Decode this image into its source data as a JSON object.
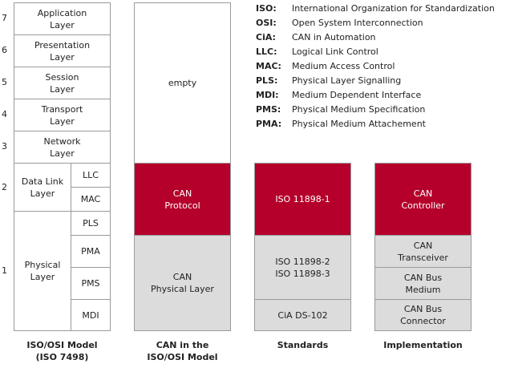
{
  "legend": [
    {
      "abbr": "ISO:",
      "desc": "International Organization for Standardization"
    },
    {
      "abbr": "OSI:",
      "desc": "Open System Interconnection"
    },
    {
      "abbr": "CiA:",
      "desc": "CAN in Automation"
    },
    {
      "abbr": "LLC:",
      "desc": "Logical Link Control"
    },
    {
      "abbr": "MAC:",
      "desc": "Medium Access Control"
    },
    {
      "abbr": "PLS:",
      "desc": "Physical Layer Signalling"
    },
    {
      "abbr": "MDI:",
      "desc": "Medium Dependent Interface"
    },
    {
      "abbr": "PMS:",
      "desc": "Physical Medium Specification"
    },
    {
      "abbr": "PMA:",
      "desc": "Physical Medium Attachement"
    }
  ],
  "layer_numbers": [
    "7",
    "6",
    "5",
    "4",
    "3",
    "2",
    "1"
  ],
  "osi": {
    "application": "Application\nLayer",
    "presentation": "Presentation\nLayer",
    "session": "Session\nLayer",
    "transport": "Transport\nLayer",
    "network": "Network\nLayer",
    "datalink": "Data Link\nLayer",
    "llc": "LLC",
    "mac": "MAC",
    "physical": "Physical\nLayer",
    "pls": "PLS",
    "pma": "PMA",
    "pms": "PMS",
    "mdi": "MDI",
    "caption": "ISO/OSI Model\n(ISO 7498)"
  },
  "can_model": {
    "empty": "empty",
    "protocol": "CAN\nProtocol",
    "physical": "CAN\nPhysical Layer",
    "caption": "CAN in the\nISO/OSI Model"
  },
  "standards": {
    "iso1": "ISO 11898-1",
    "iso23": "ISO 11898-2\nISO 11898-3",
    "cia": "CiA DS-102",
    "caption": "Standards"
  },
  "implementation": {
    "controller": "CAN\nController",
    "transceiver": "CAN\nTransceiver",
    "medium": "CAN Bus\nMedium",
    "connector": "CAN Bus\nConnector",
    "caption": "Implementation"
  },
  "colors": {
    "accent_red": "#b5002b",
    "grey_fill": "#dcdcdc",
    "border": "#9a9a9a"
  }
}
